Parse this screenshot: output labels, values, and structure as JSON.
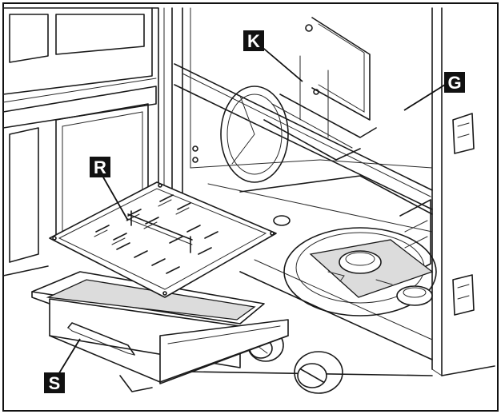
{
  "callouts": [
    {
      "id": "K",
      "text": "K"
    },
    {
      "id": "G",
      "text": "G"
    },
    {
      "id": "R",
      "text": "R"
    },
    {
      "id": "S",
      "text": "S"
    }
  ],
  "colors": {
    "line": "#1a1a1a",
    "label_bg": "#111111",
    "label_fg": "#ffffff",
    "shade": "#dcdcdc"
  }
}
